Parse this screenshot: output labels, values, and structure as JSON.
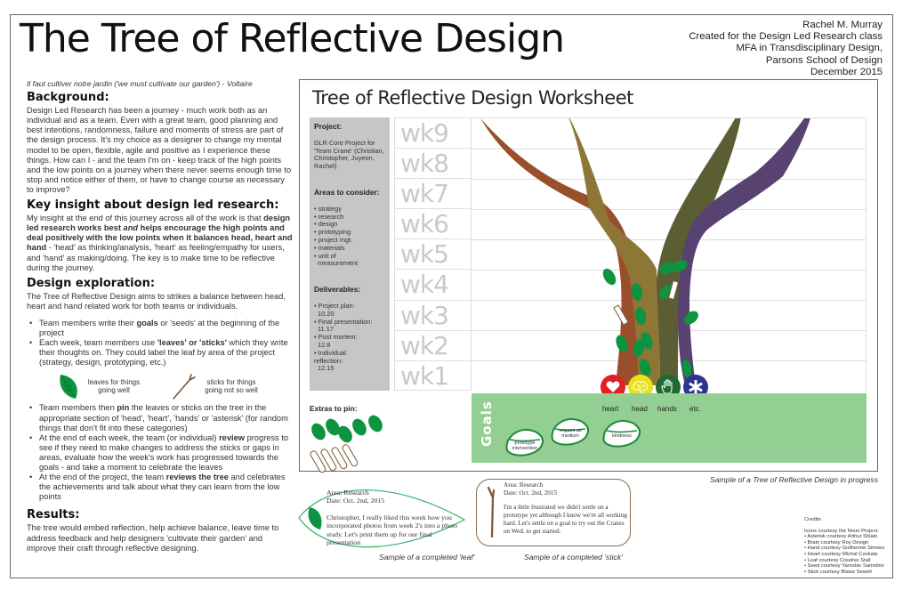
{
  "title": "The Tree of Reflective Design",
  "author": {
    "lines": [
      "Rachel M. Murray",
      "Created for the Design Led Research class",
      "MFA in Transdisciplinary Design,",
      "Parsons School of Design",
      "December 2015"
    ]
  },
  "left": {
    "quote": "Il faut cultiver notre jardin ('we must cultivate our garden') - Voltaire",
    "background": {
      "heading": "Background:",
      "text": "Design Led Research has been a journey - much work both as an individual and as a team.  Even with a great team, good planning and best intentions, randomness, failure and moments of stress are part of the design process.  It's my choice as a designer to change my mental model to be open, flexible, agile and positive as I experience these things.  How can I - and the team I'm on - keep track of the high points and the low points on a journey when there never seems enough time to stop and notice either of them, or have to change course as necessary to improve?"
    },
    "insight": {
      "heading": "Key insight about design led research:",
      "pre": "My insight at the end of this journey across all of the work is that ",
      "bold1": "design led research works best ",
      "italic": "and",
      "bold2": " helps encourage the high points and deal positively with the low points when it balances head, heart and hand",
      "post": " - 'head' as thinking/analysis, 'heart' as feeling/empathy for users, and 'hand' as making/doing.  The key is to make time to be reflective during the journey."
    },
    "exploration": {
      "heading": "Design exploration:",
      "intro": "The Tree of Reflective Design aims to strikes a balance between head, heart and hand related work for both teams or individuals.",
      "bullets_a": [
        {
          "pre": "Team members write their ",
          "bold": "goals",
          "post": " or 'seeds' at the beginning of the project"
        },
        {
          "pre": "Each week, team members use ",
          "bold": "'leaves' or 'sticks'",
          "post": " which they write their thoughts on.  They could label the leaf by area of the project (strategy, design, prototyping, etc.)"
        }
      ],
      "legend_leaf": "leaves for things going well",
      "legend_stick": "sticks for things going not so well",
      "bullets_b": [
        {
          "pre": "Team members then ",
          "bold": "pin",
          "post": " the leaves or sticks on the tree in the appropriate section of 'head', 'heart', 'hands' or 'asterisk' (for random things that don't fit into these categories)"
        },
        {
          "pre": "At the end of each week, the team (or individual) ",
          "bold": "review",
          "post": " progress to see if they need to make changes to address the sticks or gaps in areas, evaluate how the week's work has progressed towards the goals - and take a moment to celebrate the leaves"
        },
        {
          "pre": "At the end of the project, the team ",
          "bold": "reviews the tree",
          "post": " and celebrates the achievements and talk about what they can learn from the low points"
        }
      ]
    },
    "results": {
      "heading": "Results:",
      "text": "The tree would embed reflection, help achieve balance, leave time to address feedback and help designers 'cultivate their garden' and improve their craft through reflective designing."
    }
  },
  "worksheet": {
    "title": "Tree of Reflective Design Worksheet",
    "project_heading": "Project:",
    "project_text": "DLR Core Project for 'Team Crane' (Christian, Christopher, Juyeon, Rachel)",
    "areas_heading": "Areas to consider:",
    "areas": [
      "• strategy",
      "• research",
      "• design",
      "• prototyping",
      "• project mgt.",
      "• materials",
      "• unit of",
      "  measurement"
    ],
    "deliverables_heading": "Deliverables:",
    "deliverables": [
      "• Project plan:",
      "  10.20",
      "• Final presentation:",
      "  11.17",
      "• Post mortem:",
      "  12.8",
      "• Individual",
      "reflection:",
      "  12.15"
    ],
    "weeks": [
      "wk9",
      "wk8",
      "wk7",
      "wk6",
      "wk5",
      "wk4",
      "wk3",
      "wk2",
      "wk1"
    ],
    "categories": [
      {
        "label": "heart",
        "icon": "heart-icon",
        "color": "#e31e24"
      },
      {
        "label": "head",
        "icon": "brain-icon",
        "color": "#e6e21b"
      },
      {
        "label": "hands",
        "icon": "hand-icon",
        "color": "#1f6a33"
      },
      {
        "label": "etc.",
        "icon": "asterisk-icon",
        "color": "#2b3590"
      }
    ],
    "branch_colors": {
      "heart": "#9a4f2c",
      "head": "#8d7636",
      "hands": "#5b5e33",
      "etc": "#574272"
    },
    "goals_label": "Goals",
    "goals": [
      "prototype intervention",
      "origami as medium",
      "kindness"
    ],
    "extras_label": "Extras to pin:",
    "caption": "Sample of a Tree of Reflective Design in progress"
  },
  "samples": {
    "leaf": {
      "area": "Area: Research",
      "date": "Date: Oct. 2nd, 2015",
      "text": "Christopher, I really liked this week how you incorporated photos from week 2's into a photo study.  Let's print them up for our final presentation",
      "caption": "Sample of a completed 'leaf'"
    },
    "stick": {
      "area": "Area: Research",
      "date": "Date: Oct. 2nd, 2015",
      "text": "I'm a little frustrated we didn't settle on a prototype yet although I know we're all working hard.  Let's settle on a goal to try out the Cranes on Wed. to get started.",
      "caption": "Sample of a completed 'stick'"
    }
  },
  "credits": {
    "heading": "Credits:",
    "intro": "Icons courtesy the Noun Project:",
    "items": [
      "• Asterisk courtesy Arthur Shlain",
      "• Brain courtesy Roy Design",
      "• Hand courtesy Guilherme Simoes",
      "• Heart courtesy Michal Czekala",
      "• Leaf courtesy Creative Stall",
      "• Seed courtesy Yaroslav Samoilov",
      "• Stick courtesy Blaise Sewell"
    ]
  },
  "colors": {
    "leaf": "#0d9440",
    "goals_bg": "#93cf93",
    "sidebar_bg": "#c6c6c6",
    "stick": "#7a5634"
  }
}
